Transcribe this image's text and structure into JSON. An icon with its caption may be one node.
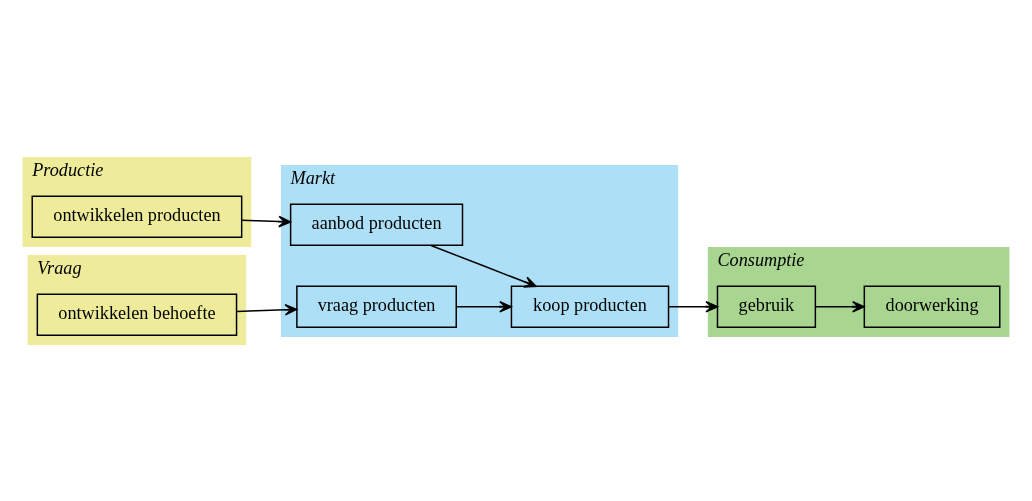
{
  "diagram": {
    "nodes": [
      {
        "text": [
          "Markt"
        ]
      },
      {
        "text": [
          "Productie"
        ]
      },
      {
        "text": [
          "ontwikkelen producten"
        ],
        "in": 1
      },
      {
        "text": [
          "aanbod producten"
        ],
        "in": 0
      },
      {
        "text": [
          "Consumptie"
        ]
      },
      {
        "text": [
          "koop producten"
        ],
        "in": 0
      },
      {
        "text": [
          "gebruik"
        ],
        "in": 4
      },
      {
        "text": [
          "doorwerking"
        ],
        "in": 4
      },
      {
        "text": [
          "Vraag"
        ]
      },
      {
        "text": [
          "ontwikkelen behoefte"
        ],
        "in": 8
      },
      {
        "text": [
          "vraag producten"
        ],
        "in": 0
      }
    ],
    "edges": [
      {
        "from": 2,
        "to": 3,
        "arrow": "to"
      },
      {
        "from": 3,
        "to": 5,
        "arrow": "to"
      },
      {
        "from": 10,
        "to": 5,
        "arrow": "to"
      },
      {
        "from": 5,
        "to": 6,
        "arrow": "to"
      },
      {
        "from": 6,
        "to": 7,
        "arrow": "to"
      },
      {
        "from": 9,
        "to": 10,
        "arrow": "to"
      }
    ]
  }
}
